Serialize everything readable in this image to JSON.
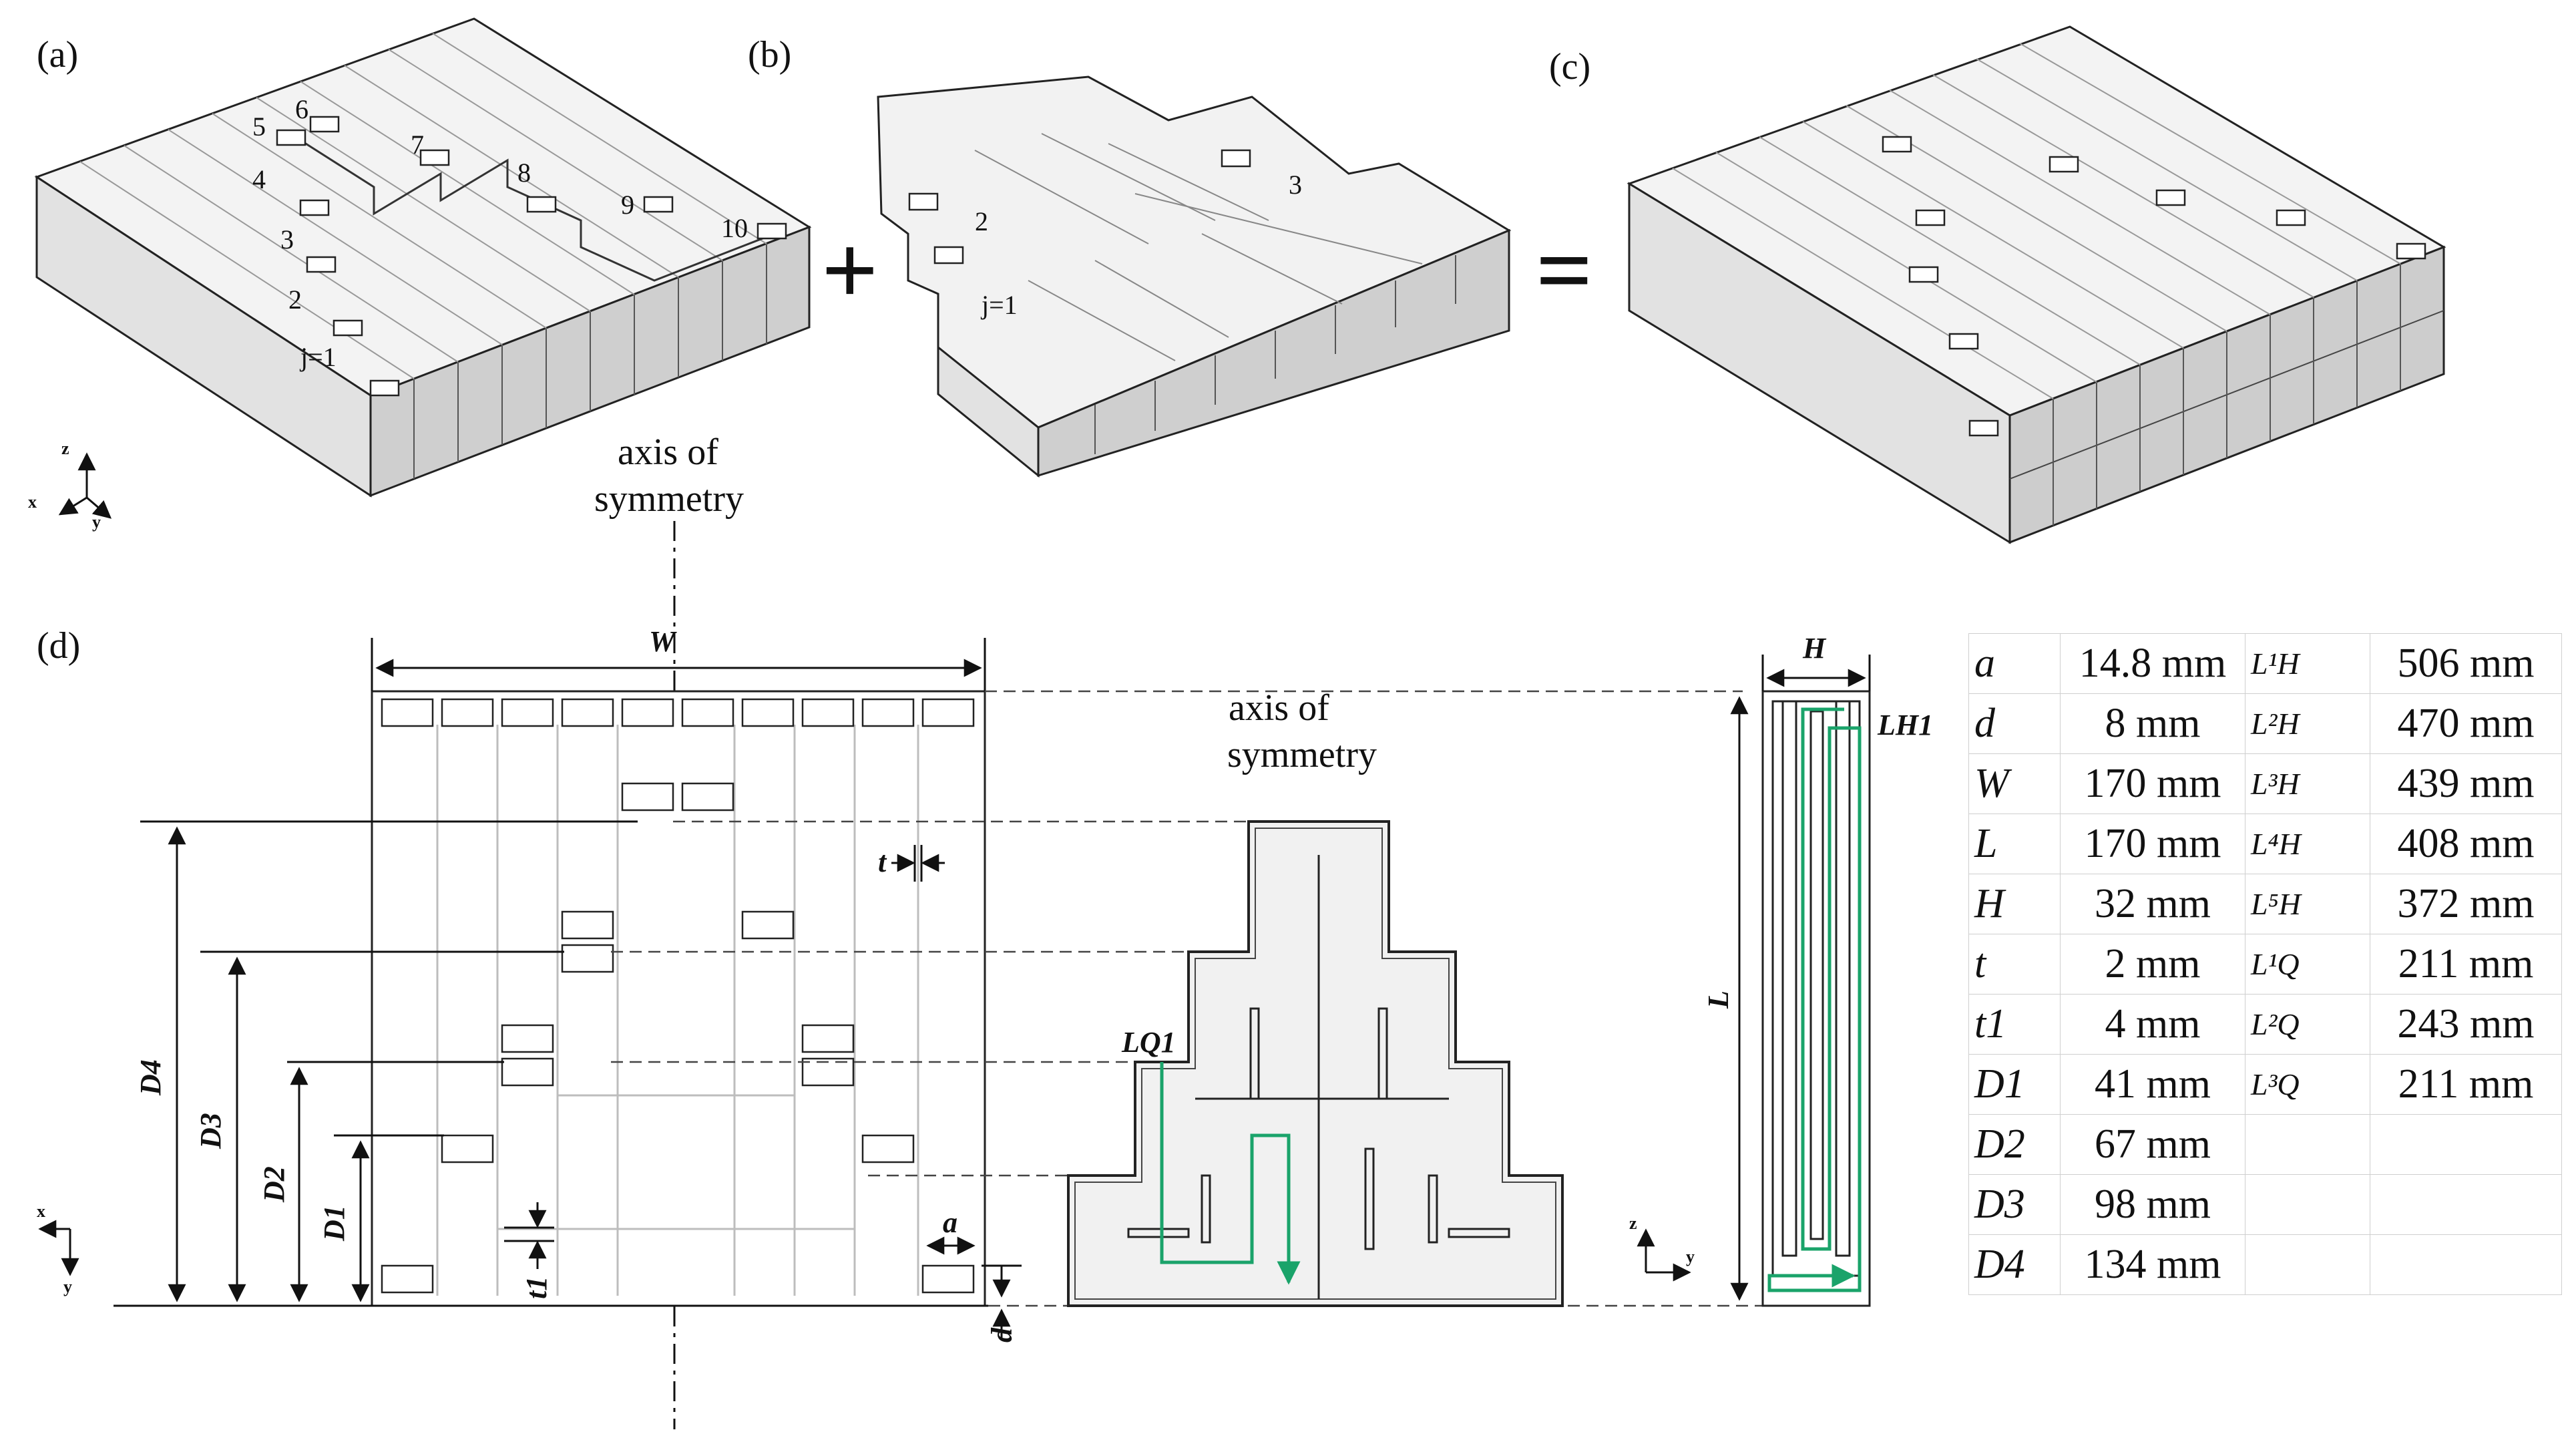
{
  "panels": {
    "a": "(a)",
    "b": "(b)",
    "c": "(c)",
    "d": "(d)"
  },
  "operators": {
    "plus": "+",
    "equals": "="
  },
  "axis_of_symmetry": {
    "line1": "axis of",
    "line2": "symmetry"
  },
  "panel_a_numbers": [
    "5",
    "6",
    "4",
    "7",
    "8",
    "9",
    "10",
    "3",
    "2",
    "j=1"
  ],
  "panel_b_numbers": [
    "2",
    "j=1",
    "3"
  ],
  "coordinate_axes": {
    "iso": {
      "z": "z",
      "x": "x",
      "y": "y"
    },
    "plan": {
      "x": "x",
      "y": "y"
    },
    "side": {
      "z": "z",
      "y": "y"
    }
  },
  "dimension_labels": {
    "W": "W",
    "t": "t",
    "D4": "D4",
    "D3": "D3",
    "D2": "D2",
    "D1": "D1",
    "t1": "t1",
    "a": "a",
    "d": "d",
    "LQ1": "LQ1",
    "H": "H",
    "L": "L",
    "LH1": "LH1"
  },
  "table": {
    "rows": [
      {
        "sym": "a",
        "val": "14.8 mm",
        "lsym": "L¹H",
        "lval": "506 mm"
      },
      {
        "sym": "d",
        "val": "8 mm",
        "lsym": "L²H",
        "lval": "470 mm"
      },
      {
        "sym": "W",
        "val": "170 mm",
        "lsym": "L³H",
        "lval": "439 mm"
      },
      {
        "sym": "L",
        "val": "170 mm",
        "lsym": "L⁴H",
        "lval": "408 mm"
      },
      {
        "sym": "H",
        "val": "32 mm",
        "lsym": "L⁵H",
        "lval": "372 mm"
      },
      {
        "sym": "t",
        "val": "2 mm",
        "lsym": "L¹Q",
        "lval": "211 mm"
      },
      {
        "sym": "t1",
        "val": "4 mm",
        "lsym": "L²Q",
        "lval": "243 mm"
      },
      {
        "sym": "D1",
        "val": "41 mm",
        "lsym": "L³Q",
        "lval": "211 mm"
      },
      {
        "sym": "D2",
        "val": "67 mm",
        "lsym": "",
        "lval": ""
      },
      {
        "sym": "D3",
        "val": "98 mm",
        "lsym": "",
        "lval": ""
      },
      {
        "sym": "D4",
        "val": "134 mm",
        "lsym": "",
        "lval": ""
      }
    ]
  },
  "colors": {
    "line": "#222222",
    "flow_path": "#1aa36a",
    "fill_light": "#eeeeee",
    "fill_mid": "#d6d6d6",
    "fill_dark": "#b8b8b8",
    "dim_line": "#111111"
  }
}
